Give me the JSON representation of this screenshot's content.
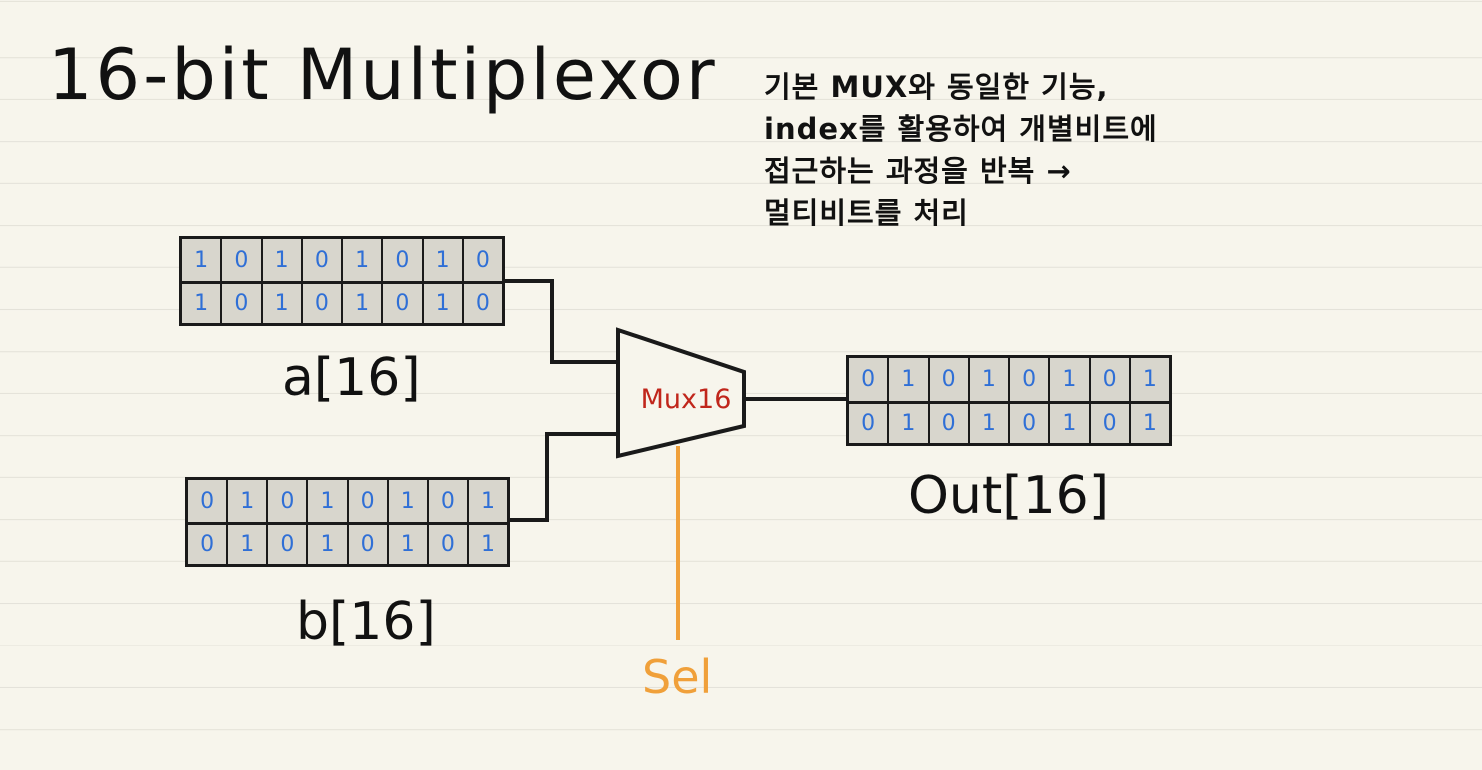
{
  "title": "16-bit Multiplexor",
  "colon": ":",
  "note": {
    "line1": "기본 MUX와 동일한 기능,",
    "line2": "index를 활용하여 개별비트에",
    "line3": "접근하는 과정을 반복 →",
    "line4": "멀티비트를 처리"
  },
  "registers": {
    "a": {
      "label": "a[16]",
      "rows": [
        [
          "1",
          "0",
          "1",
          "0",
          "1",
          "0",
          "1",
          "0"
        ],
        [
          "1",
          "0",
          "1",
          "0",
          "1",
          "0",
          "1",
          "0"
        ]
      ]
    },
    "b": {
      "label": "b[16]",
      "rows": [
        [
          "0",
          "1",
          "0",
          "1",
          "0",
          "1",
          "0",
          "1"
        ],
        [
          "0",
          "1",
          "0",
          "1",
          "0",
          "1",
          "0",
          "1"
        ]
      ]
    },
    "out": {
      "label": "Out[16]",
      "rows": [
        [
          "0",
          "1",
          "0",
          "1",
          "0",
          "1",
          "0",
          "1"
        ],
        [
          "0",
          "1",
          "0",
          "1",
          "0",
          "1",
          "0",
          "1"
        ]
      ]
    }
  },
  "mux": {
    "label": "Mux16"
  },
  "sel": {
    "label": "Sel"
  },
  "colors": {
    "bits": "#2f6fd6",
    "mux_label": "#c0261b",
    "sel_wire": "#f0a03a",
    "wire": "#1a1a1a",
    "register_fill": "#d8d6cd"
  }
}
